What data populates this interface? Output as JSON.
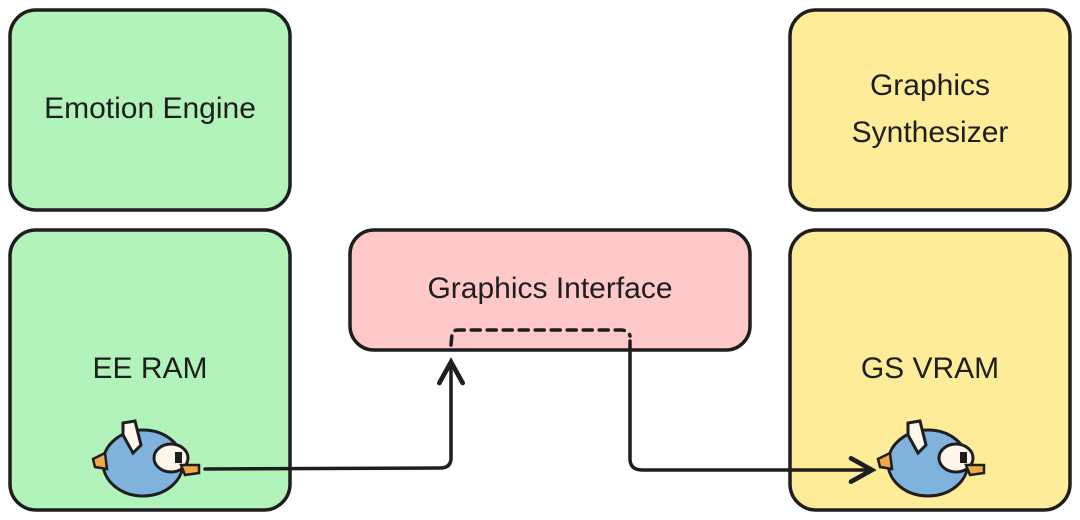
{
  "colors": {
    "cpu": "#b2f2bb",
    "gpu": "#ffec99",
    "interface": "#ffc9c9",
    "stroke": "#1e1e1e",
    "bird_body": "#7fb2dd",
    "bird_beak": "#f0a94a"
  },
  "nodes": {
    "emotion_engine": "Emotion Engine",
    "ee_ram": "EE RAM",
    "graphics_interface": "Graphics Interface",
    "graphics_synthesizer_line1": "Graphics",
    "graphics_synthesizer_line2": "Synthesizer",
    "gs_vram": "GS VRAM"
  },
  "icons": [
    "bird-sprite-icon",
    "bird-sprite-icon"
  ]
}
